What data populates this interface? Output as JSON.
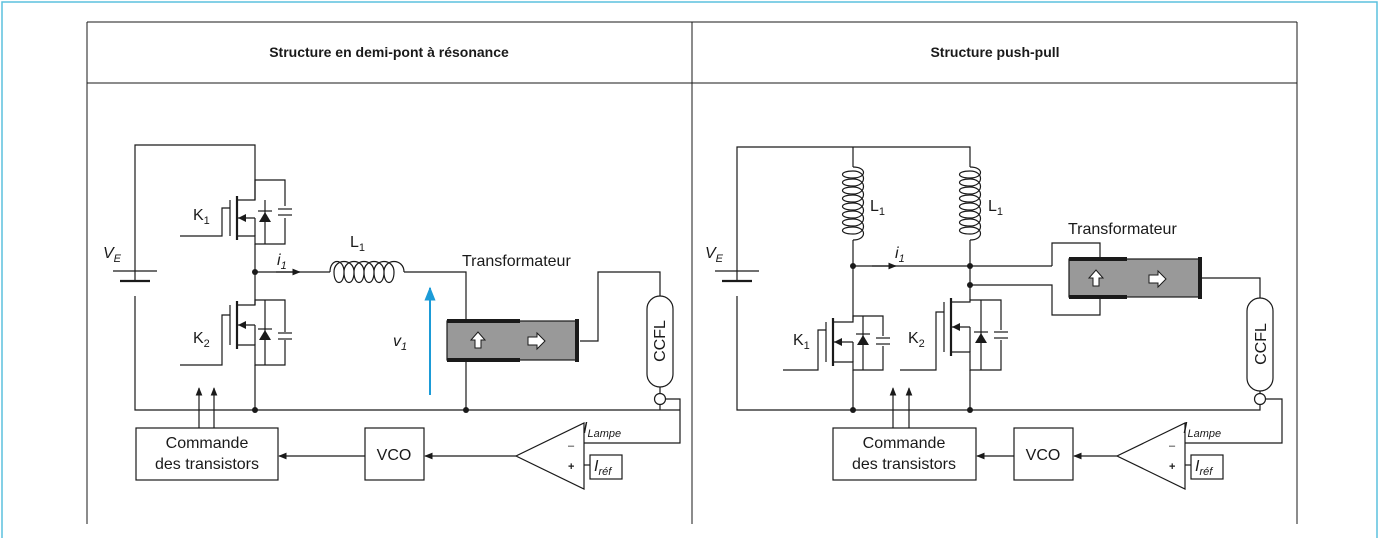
{
  "colors": {
    "border_accent": "#5bc0de",
    "arrow_accent": "#1b9bd7",
    "transformer_fill": "#999999",
    "line": "#1a1a1a"
  },
  "icons": [
    "mosfet-icon",
    "diode-icon",
    "capacitor-icon",
    "inductor-icon",
    "transformer-icon",
    "ccfl-lamp-icon",
    "battery-icon",
    "op-amp-icon"
  ],
  "left": {
    "header": "Structure en demi-pont à résonance",
    "ve_main": "V",
    "ve_sub": "E",
    "k1_main": "K",
    "k1_sub": "1",
    "k2_main": "K",
    "k2_sub": "2",
    "i1_main": "i",
    "i1_sub": "1",
    "l1_main": "L",
    "l1_sub": "1",
    "v1_main": "v",
    "v1_sub": "1",
    "transformer": "Transformateur",
    "ccfl": "CCFL",
    "ilampe_main": "I",
    "ilampe_sub": "Lampe",
    "iref_main": "I",
    "iref_sub": "réf",
    "cmd_line1": "Commande",
    "cmd_line2": "des transistors",
    "vco": "VCO",
    "minus": "–",
    "plus": "+"
  },
  "right": {
    "header": "Structure push-pull",
    "ve_main": "V",
    "ve_sub": "E",
    "k1_main": "K",
    "k1_sub": "1",
    "k2_main": "K",
    "k2_sub": "2",
    "i1_main": "i",
    "i1_sub": "1",
    "l1a_main": "L",
    "l1a_sub": "1",
    "l1b_main": "L",
    "l1b_sub": "1",
    "transformer": "Transformateur",
    "ccfl": "CCFL",
    "ilampe_main": "I",
    "ilampe_sub": "Lampe",
    "iref_main": "I",
    "iref_sub": "réf",
    "cmd_line1": "Commande",
    "cmd_line2": "des transistors",
    "vco": "VCO",
    "minus": "–",
    "plus": "+"
  }
}
